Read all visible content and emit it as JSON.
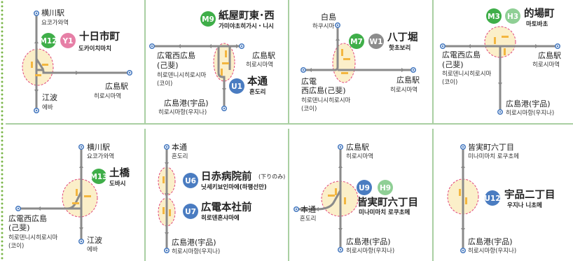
{
  "colors": {
    "line": "#8a8a8a",
    "green": "#3fae49",
    "pink": "#e67fa6",
    "gray": "#8c8c8c",
    "blue": "#4a7cc1",
    "lightgreen": "#8fcf95",
    "yellow": "#f3b63f",
    "zone_fill": "#fbefc9",
    "zone_stroke": "#e0457b",
    "divider": "#a9cfa2",
    "dots": "#7ab648"
  },
  "panels": [
    {
      "badges": [
        "M12",
        "Y1"
      ],
      "name": "十日市町",
      "name_kr": "도카이치마치",
      "stations": [
        {
          "jp": "横川駅",
          "kr": "요코가와역"
        },
        {
          "jp": "広島駅",
          "kr": "히로시마역"
        },
        {
          "jp": "江波",
          "kr": "에바"
        }
      ]
    },
    {
      "badges": [
        "M9"
      ],
      "name": "紙屋町東･西",
      "name_kr": "가미야초히가시・니시",
      "badges2": [
        "U1"
      ],
      "name2": "本通",
      "name2_kr": "혼도리",
      "stations": [
        {
          "jp": "広電西広島",
          "jp2": "(己斐)",
          "kr": "히로덴니시히로시마",
          "kr2": "(코이)"
        },
        {
          "jp": "広島駅",
          "kr": "히로시마역"
        },
        {
          "jp": "広島港(宇品)",
          "kr": "히로시마항(우지나)"
        }
      ]
    },
    {
      "badges": [
        "M7",
        "W1"
      ],
      "name": "八丁堀",
      "name_kr": "핫초보리",
      "stations": [
        {
          "jp": "白島",
          "kr": "하쿠시마"
        },
        {
          "jp": "広電",
          "jp2": "西広島(己斐)",
          "kr": "히로덴니시히로시마",
          "kr2": "(코이)"
        },
        {
          "jp": "広島駅",
          "kr": "히로시마역"
        }
      ]
    },
    {
      "badges": [
        "M3",
        "H3"
      ],
      "name": "的場町",
      "name_kr": "마토바초",
      "stations": [
        {
          "jp": "広電西広島",
          "jp2": "(己斐)",
          "kr": "히로덴니시히로시마",
          "kr2": "(코이)"
        },
        {
          "jp": "広島駅",
          "kr": "히로시마역"
        },
        {
          "jp": "広島港(宇品)",
          "kr": "히로시마항(우지나)"
        }
      ]
    },
    {
      "badges": [
        "M13"
      ],
      "name": "土橋",
      "name_kr": "도바시",
      "stations": [
        {
          "jp": "横川駅",
          "kr": "요코가와역"
        },
        {
          "jp": "広電西広島",
          "jp2": "(己斐)",
          "kr": "히로덴니시히로시마",
          "kr2": "(코이)"
        },
        {
          "jp": "江波",
          "kr": "에바"
        }
      ]
    },
    {
      "badges": [
        "U6"
      ],
      "name": "日赤病院前",
      "note": "(下りのみ)",
      "name_kr": "닛세키뵤인마에(하행선만)",
      "badges2": [
        "U7"
      ],
      "name2": "広電本社前",
      "name2_kr": "히로덴혼샤마에",
      "stations": [
        {
          "jp": "本通",
          "kr": "혼도리"
        },
        {
          "jp": "広島港(宇品)",
          "kr": "히로시마항(우지나)"
        }
      ]
    },
    {
      "badges": [
        "U9",
        "H9"
      ],
      "name": "皆実町六丁目",
      "name_kr": "미나미마치 로쿠초메",
      "stations": [
        {
          "jp": "広島駅",
          "kr": "히로시마역"
        },
        {
          "jp": "本通",
          "kr": "혼도리"
        },
        {
          "jp": "広島港(宇品)",
          "kr": "히로시마항(우지나)"
        }
      ]
    },
    {
      "badges": [
        "U12"
      ],
      "name": "宇品二丁目",
      "name_kr": "우지나 니초메",
      "stations": [
        {
          "jp": "皆実町六丁目",
          "kr": "미나미마치 로쿠초메"
        },
        {
          "jp": "広島港(宇品)",
          "kr": "히로시마항(우지나)"
        }
      ]
    }
  ]
}
